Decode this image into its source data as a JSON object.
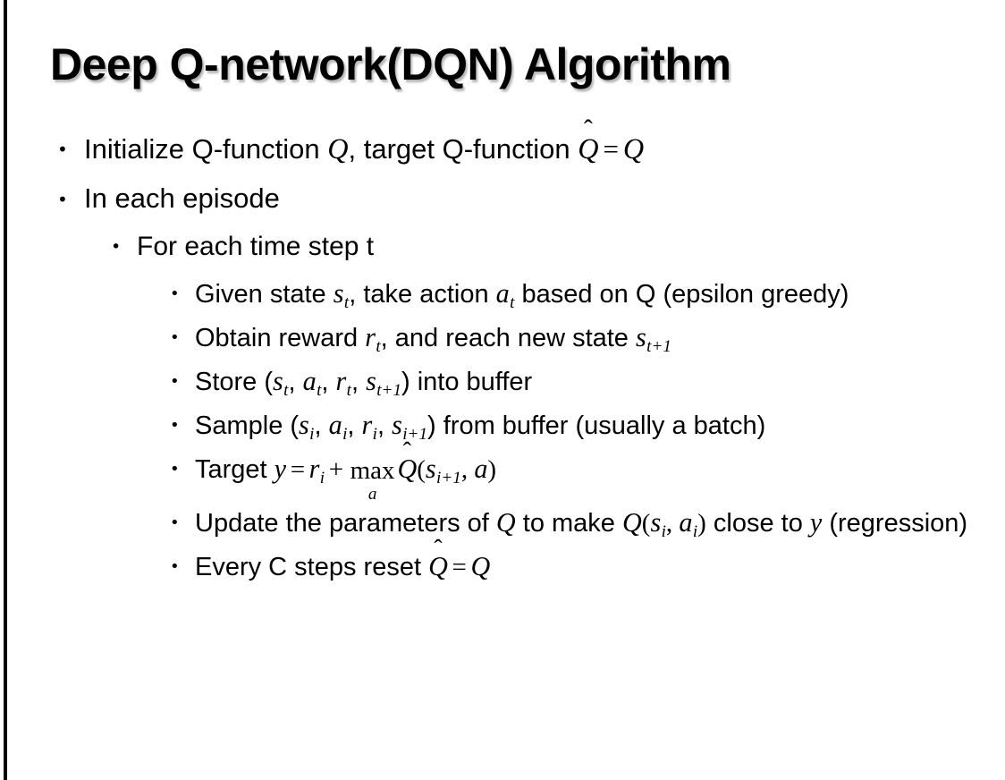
{
  "slide": {
    "title": "Deep Q-network(DQN) Algorithm",
    "background_color": "#ffffff",
    "text_color": "#000000",
    "left_edge_bar_color": "#000000",
    "bullet_glyph": "•"
  },
  "content": {
    "level1": [
      {
        "id": "initialize",
        "plain_text": "Initialize Q-function Q, target Q-function Q̂ = Q"
      },
      {
        "id": "in-each-episode",
        "text": "In each episode"
      }
    ],
    "level2": [
      {
        "id": "for-each-time-step",
        "text": "For each time step t"
      }
    ],
    "level3": [
      {
        "id": "given-state",
        "plain_text": "Given state sₜ, take action aₜ based on Q (epsilon greedy)"
      },
      {
        "id": "obtain-reward",
        "plain_text": "Obtain reward rₜ, and reach new state sₜ₊₁"
      },
      {
        "id": "store-transition",
        "plain_text": "Store (sₜ, aₜ, rₜ, sₜ₊₁) into buffer"
      },
      {
        "id": "sample-batch",
        "plain_text": "Sample (sᵢ, aᵢ, rᵢ, sᵢ₊₁) from buffer (usually a batch)"
      },
      {
        "id": "target-y",
        "plain_text": "Target y = rᵢ + maxₐ Q̂(sᵢ₊₁, a)"
      },
      {
        "id": "update-parameters",
        "plain_text": "Update the parameters of Q to make Q(sᵢ, aᵢ) close to y (regression)"
      },
      {
        "id": "reset-target",
        "plain_text": "Every C steps reset Q̂ = Q"
      }
    ]
  },
  "text_fragments": {
    "initialize_a": "Initialize Q-function ",
    "initialize_q1": "Q",
    "initialize_b": ", target Q-function ",
    "initialize_qhat": "Q",
    "initialize_hat": "̂",
    "initialize_eq": "=",
    "initialize_q2": "Q",
    "in_each_episode": "In each episode",
    "for_each_time_step": "For each time step t",
    "given_a": "Given state ",
    "given_s": "s",
    "given_sub_t1": "t",
    "given_b": ", take action ",
    "given_aa": "a",
    "given_sub_t2": "t",
    "given_c": " based on Q (epsilon greedy)",
    "obtain_a": "Obtain reward ",
    "obtain_r": "r",
    "obtain_sub_t": "t",
    "obtain_b": ", and reach new state ",
    "obtain_s": "s",
    "obtain_sub_t1": "t+1",
    "store_a": "Store (",
    "store_s1": "s",
    "store_s1_sub": "t",
    "store_c1": ", ",
    "store_a1": "a",
    "store_a1_sub": "t",
    "store_c2": ", ",
    "store_r1": "r",
    "store_r1_sub": "t",
    "store_c3": ", ",
    "store_s2": "s",
    "store_s2_sub": "t+1",
    "store_b": ") into buffer",
    "sample_a": "Sample (",
    "sample_s1": "s",
    "sample_s1_sub": "i",
    "sample_c1": ", ",
    "sample_a1": "a",
    "sample_a1_sub": "i",
    "sample_c2": ", ",
    "sample_r1": "r",
    "sample_r1_sub": "i",
    "sample_c3": ", ",
    "sample_s2": "s",
    "sample_s2_sub": "i+1",
    "sample_b": ") from buffer (usually a batch)",
    "target_a": "Target ",
    "target_y": "y",
    "target_eq": "=",
    "target_r": "r",
    "target_r_sub": "i",
    "target_plus": "+",
    "target_max": "max",
    "target_max_sub": "a",
    "target_qhat": "Q",
    "target_hat": "̂",
    "target_open": "(",
    "target_s": "s",
    "target_s_sub": "i+1",
    "target_comma": ", ",
    "target_aa": "a",
    "target_close": ")",
    "update_a": "Update the parameters of ",
    "update_q1": "Q",
    "update_b": " to make ",
    "update_q2": "Q",
    "update_open": "(",
    "update_s": "s",
    "update_s_sub": "i",
    "update_comma": ", ",
    "update_aa": "a",
    "update_a_sub": "i",
    "update_close": ")",
    "update_c": " close to ",
    "update_y": "y",
    "update_d": " (regression)",
    "every_a": "Every C steps reset ",
    "every_qhat": "Q",
    "every_hat": "̂",
    "every_eq": "=",
    "every_q2": "Q"
  }
}
